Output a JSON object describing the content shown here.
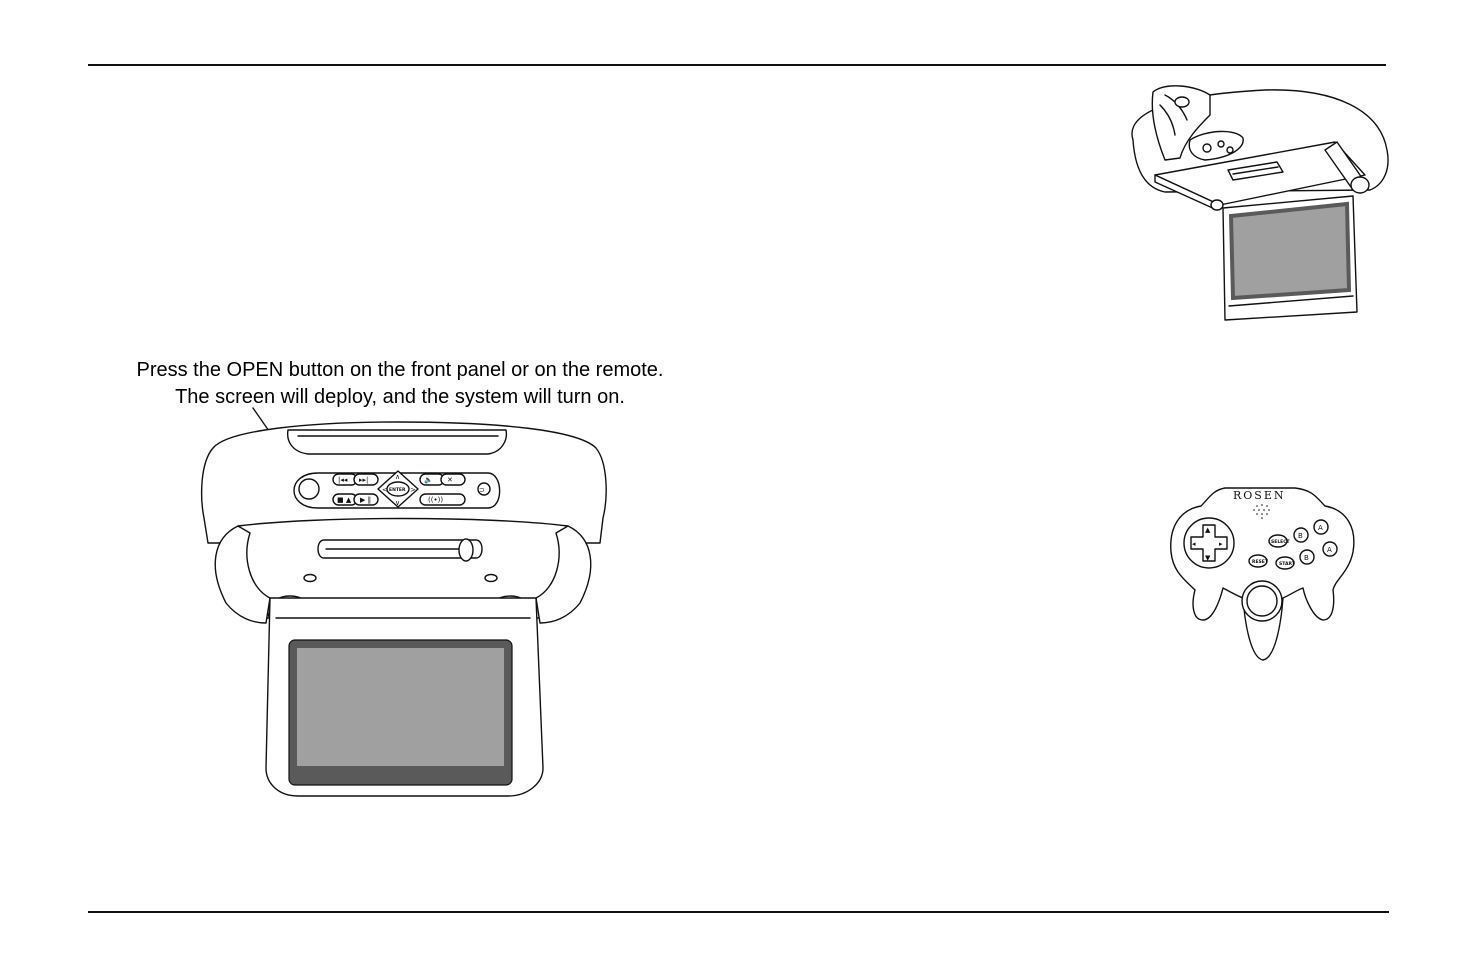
{
  "caption": {
    "line1": "Press the OPEN button on the front panel or on the remote.",
    "line2": "The screen will deploy, and the system will turn on."
  },
  "front_panel": {
    "enter_label": "ENTER"
  },
  "controller": {
    "brand": "ROSEN",
    "select_label": "SELECT",
    "reset_label": "RESET",
    "start_label": "START",
    "button_b_label": "B",
    "button_a_label": "A"
  },
  "colors": {
    "screen_fill": "#a0a0a0",
    "screen_bezel": "#5a5a5a"
  }
}
